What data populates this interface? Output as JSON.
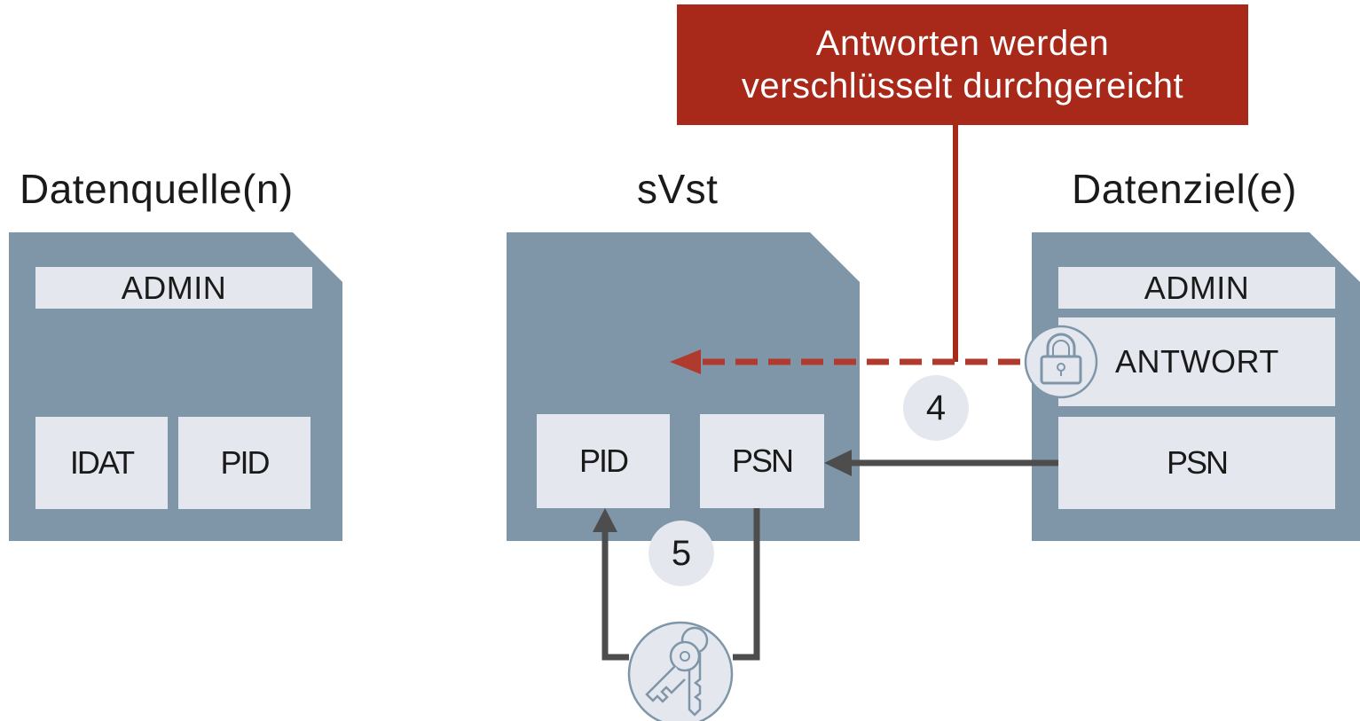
{
  "callout": {
    "line1": "Antworten werden",
    "line2": "verschlüsselt durchgereicht",
    "color": "#a82819"
  },
  "columns": {
    "source": {
      "title": "Datenquelle(n)",
      "admin": "ADMIN",
      "idat": "IDAT",
      "pid": "PID"
    },
    "trustee": {
      "title": "sVst",
      "pid": "PID",
      "psn": "PSN"
    },
    "target": {
      "title": "Datenziel(e)",
      "admin": "ADMIN",
      "antwort": "ANTWORT",
      "psn": "PSN"
    }
  },
  "steps": {
    "four": "4",
    "five": "5"
  },
  "icons": {
    "lock": "lock-icon",
    "keys": "keys-icon"
  },
  "colors": {
    "card": "#7f95a8",
    "cell": "#e4e8ee",
    "arrow_dark": "#4d4d4d",
    "arrow_dashed": "#b13a2f"
  }
}
